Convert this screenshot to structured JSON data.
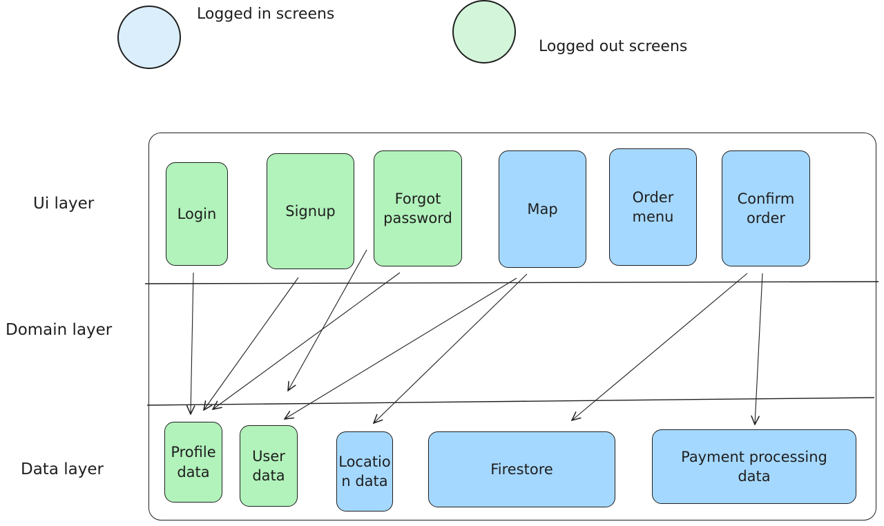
{
  "legend": {
    "logged_in": {
      "label": "Logged in screens",
      "color": "#dbeefb"
    },
    "logged_out": {
      "label": "Logged out screens",
      "color": "#d3f5d9"
    }
  },
  "layers": {
    "ui": "Ui layer",
    "domain": "Domain layer",
    "data": "Data layer"
  },
  "ui_boxes": {
    "login": "Login",
    "signup": "Signup",
    "forgot_password": "Forgot password",
    "map": "Map",
    "order_menu": "Order menu",
    "confirm_order": "Confirm order"
  },
  "data_boxes": {
    "profile_data": "Profile data",
    "user_data": "User data",
    "location_data": "Location data",
    "firestore": "Firestore",
    "payment_processing_data": "Payment processing data"
  },
  "colors": {
    "logged_out_fill": "#b2f2bb",
    "logged_in_fill": "#a5d8ff",
    "stroke": "#1e1e1e"
  }
}
